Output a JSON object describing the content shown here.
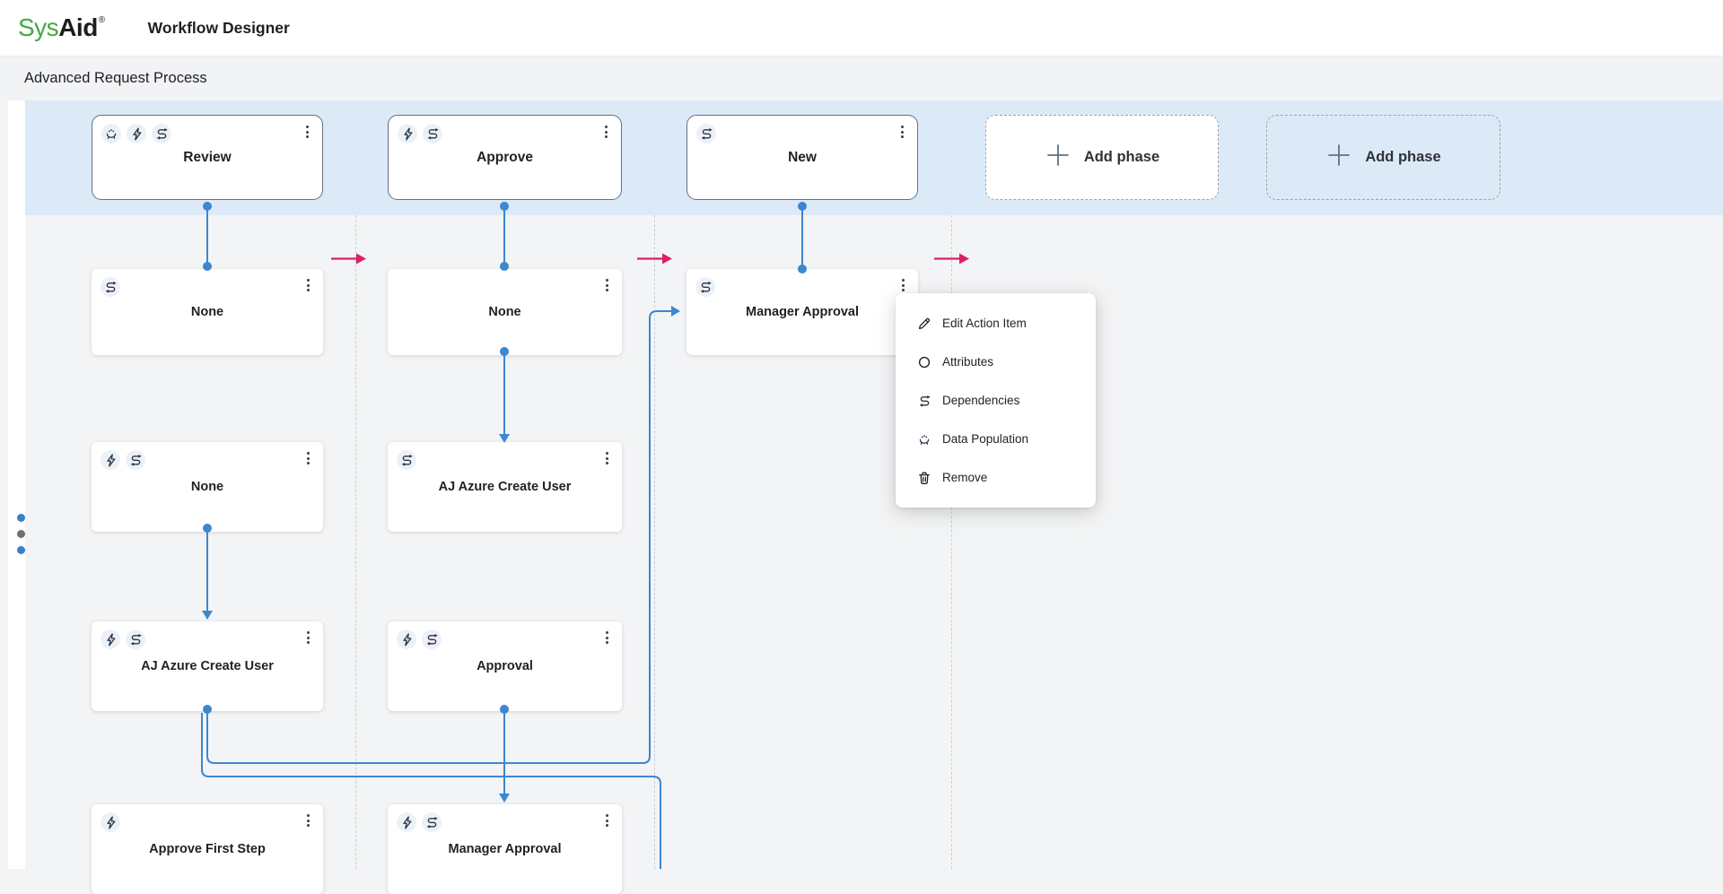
{
  "header": {
    "logo_part1": "Sys",
    "logo_part2": "Aid",
    "logo_registered": "®",
    "title": "Workflow Designer"
  },
  "process_bar": {
    "name": "Advanced Request Process"
  },
  "phases": [
    {
      "label": "Review",
      "icons": [
        "data-population",
        "automation-rule",
        "dependencies"
      ],
      "kind": "phase"
    },
    {
      "label": "Approve",
      "icons": [
        "automation-rule",
        "dependencies"
      ],
      "kind": "phase"
    },
    {
      "label": "New",
      "icons": [
        "dependencies"
      ],
      "kind": "phase"
    },
    {
      "label": "Add phase",
      "icons": [],
      "kind": "add",
      "solid": true
    },
    {
      "label": "Add phase",
      "icons": [],
      "kind": "add",
      "solid": false
    }
  ],
  "action_items": [
    {
      "col": 1,
      "row": 1,
      "label": "None",
      "icons": [
        "dependencies"
      ]
    },
    {
      "col": 2,
      "row": 1,
      "label": "None",
      "icons": []
    },
    {
      "col": 3,
      "row": 1,
      "label": "Manager Approval",
      "icons": [
        "dependencies"
      ]
    },
    {
      "col": 1,
      "row": 2,
      "label": "None",
      "icons": [
        "automation-rule",
        "dependencies"
      ]
    },
    {
      "col": 2,
      "row": 2,
      "label": "AJ Azure Create User",
      "icons": [
        "dependencies"
      ]
    },
    {
      "col": 1,
      "row": 3,
      "label": "AJ Azure Create User",
      "icons": [
        "automation-rule",
        "dependencies"
      ]
    },
    {
      "col": 2,
      "row": 3,
      "label": "Approval",
      "icons": [
        "automation-rule",
        "dependencies"
      ]
    },
    {
      "col": 1,
      "row": 4,
      "label": "Approve First Step",
      "icons": [
        "automation-rule"
      ]
    },
    {
      "col": 2,
      "row": 4,
      "label": "Manager Approval",
      "icons": [
        "automation-rule",
        "dependencies"
      ]
    }
  ],
  "context_menu": {
    "items": [
      {
        "icon": "edit",
        "label": "Edit Action Item"
      },
      {
        "icon": "attributes",
        "label": "Attributes"
      },
      {
        "icon": "dependencies",
        "label": "Dependencies"
      },
      {
        "icon": "data-population",
        "label": "Data Population"
      },
      {
        "icon": "remove",
        "label": "Remove"
      }
    ]
  },
  "colors": {
    "connector_blue": "#3d86d0",
    "phase_arrow_pink": "#d92168",
    "phase_band_blue": "#dceaf8",
    "canvas_gray": "#f3f4f5",
    "icon_ink": "#24364a",
    "logo_green": "#43a942"
  }
}
